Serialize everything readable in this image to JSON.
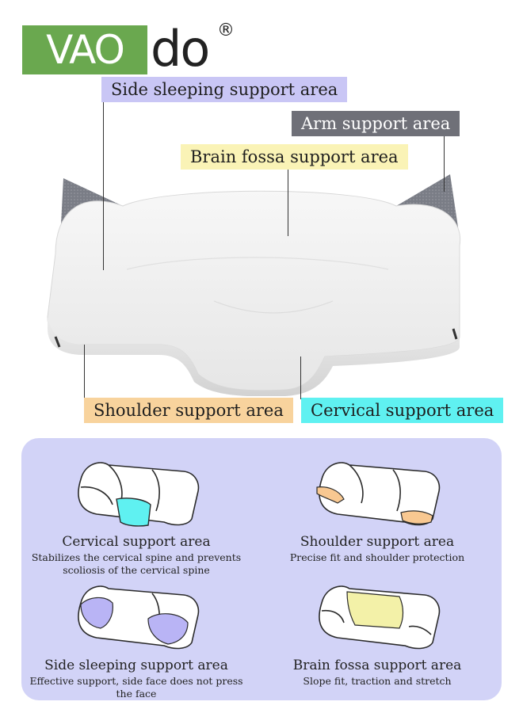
{
  "brand": {
    "logo_box_text": "VAO",
    "logo_tail_text": "do",
    "registered": "®"
  },
  "callouts": {
    "side_sleeping": "Side sleeping support area",
    "arm": "Arm support area",
    "brain_fossa": "Brain fossa support area",
    "shoulder": "Shoulder support area",
    "cervical": "Cervical support area"
  },
  "features": [
    {
      "title": "Cervical support area",
      "description": "Stabilizes the cervical spine and prevents scoliosis of the cervical spine",
      "highlight_color": "#5ff1f1"
    },
    {
      "title": "Shoulder support area",
      "description": "Precise fit and shoulder protection",
      "highlight_color": "#f8c891"
    },
    {
      "title": "Side sleeping support area",
      "description": "Effective support, side face does not press the face",
      "highlight_color": "#b9b4f5"
    },
    {
      "title": "Brain fossa support area",
      "description": "Slope fit, traction and stretch",
      "highlight_color": "#f3f1a8"
    }
  ],
  "colors": {
    "logo_green": "#6aa84f",
    "side_label_bg": "#c9c6f5",
    "arm_label_bg": "#6f7078",
    "brain_label_bg": "#faf3b6",
    "shoulder_label_bg": "#f8d39d",
    "cervical_label_bg": "#5ff1f1",
    "panel_bg": "#d2d3f7"
  }
}
